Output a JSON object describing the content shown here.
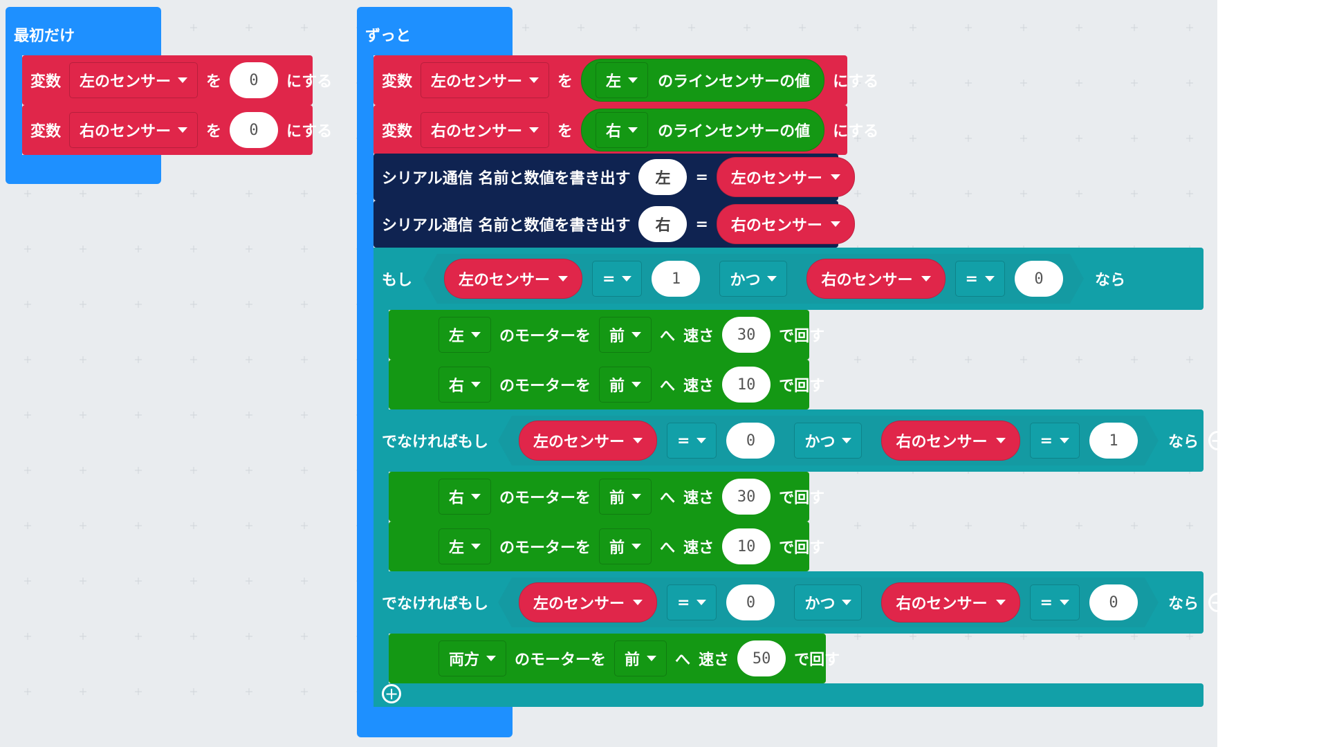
{
  "on_start": {
    "label": "最初だけ",
    "statements": [
      {
        "prefix": "変数",
        "variable": "左のセンサー",
        "to": "を",
        "value": "0",
        "suffix": "にする"
      },
      {
        "prefix": "変数",
        "variable": "右のセンサー",
        "to": "を",
        "value": "0",
        "suffix": "にする"
      }
    ]
  },
  "forever": {
    "label": "ずっと",
    "set_statements": [
      {
        "prefix": "変数",
        "variable": "左のセンサー",
        "to": "を",
        "side": "左",
        "reading": "のラインセンサーの値",
        "suffix": "にする"
      },
      {
        "prefix": "変数",
        "variable": "右のセンサー",
        "to": "を",
        "side": "右",
        "reading": "のラインセンサーの値",
        "suffix": "にする"
      }
    ],
    "serial_statements": [
      {
        "label": "シリアル通信 名前と数値を書き出す",
        "name": "左",
        "eq": "=",
        "variable": "左のセンサー"
      },
      {
        "label": "シリアル通信 名前と数値を書き出す",
        "name": "右",
        "eq": "=",
        "variable": "右のセンサー"
      }
    ],
    "if_block": {
      "branches": [
        {
          "keyword": "もし",
          "left": {
            "variable": "左のセンサー",
            "op": "=",
            "value": "1"
          },
          "logic": "かつ",
          "right": {
            "variable": "右のセンサー",
            "op": "=",
            "value": "0"
          },
          "then": "なら",
          "motors": [
            {
              "motor": "左",
              "text1": "のモーターを",
              "direction": "前",
              "text2": "へ",
              "speed_label": "速さ",
              "speed": "30",
              "text3": "で回す"
            },
            {
              "motor": "右",
              "text1": "のモーターを",
              "direction": "前",
              "text2": "へ",
              "speed_label": "速さ",
              "speed": "10",
              "text3": "で回す"
            }
          ]
        },
        {
          "keyword": "でなければもし",
          "left": {
            "variable": "左のセンサー",
            "op": "=",
            "value": "0"
          },
          "logic": "かつ",
          "right": {
            "variable": "右のセンサー",
            "op": "=",
            "value": "1"
          },
          "then": "なら",
          "motors": [
            {
              "motor": "右",
              "text1": "のモーターを",
              "direction": "前",
              "text2": "へ",
              "speed_label": "速さ",
              "speed": "30",
              "text3": "で回す"
            },
            {
              "motor": "左",
              "text1": "のモーターを",
              "direction": "前",
              "text2": "へ",
              "speed_label": "速さ",
              "speed": "10",
              "text3": "で回す"
            }
          ]
        },
        {
          "keyword": "でなければもし",
          "left": {
            "variable": "左のセンサー",
            "op": "=",
            "value": "0"
          },
          "logic": "かつ",
          "right": {
            "variable": "右のセンサー",
            "op": "=",
            "value": "0"
          },
          "then": "なら",
          "motors": [
            {
              "motor": "両方",
              "text1": "のモーターを",
              "direction": "前",
              "text2": "へ",
              "speed_label": "速さ",
              "speed": "50",
              "text3": "で回す"
            }
          ]
        }
      ]
    }
  },
  "colors": {
    "event_blue": "#1e90ff",
    "variable_red": "#e0264a",
    "serial_navy": "#0f2351",
    "motor_green": "#149814",
    "logic_teal": "#12a0a8",
    "workspace_bg": "#e9ecef"
  },
  "icons": {
    "dropdown": "caret-down-icon",
    "remove_branch": "minus-circle-icon",
    "add_branch": "plus-circle-icon"
  }
}
